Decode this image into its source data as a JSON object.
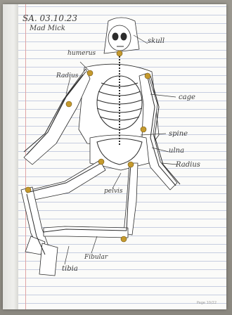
{
  "header": {
    "date": "SA. 03.10.23",
    "name": "Mad Mick"
  },
  "labels": {
    "skull": "skull",
    "humerus": "humerus",
    "radius_upper": "Radius",
    "cage": "cage",
    "spine": "spine",
    "ulna": "ulna",
    "radius_lower": "Radius",
    "pelvis": "pelvis",
    "fibula": "Fibular",
    "tibia": "tibia"
  },
  "footer": {
    "left": "",
    "right": "Page 10/22"
  },
  "colors": {
    "paper": "#fbfbf9",
    "ruled_line": "#c6cde0",
    "margin_line": "#e0a4a4",
    "ink": "#3a3a3a",
    "bone": "#ffffff",
    "outline": "#2c2c2c",
    "split_pin": "#c59a2e"
  }
}
